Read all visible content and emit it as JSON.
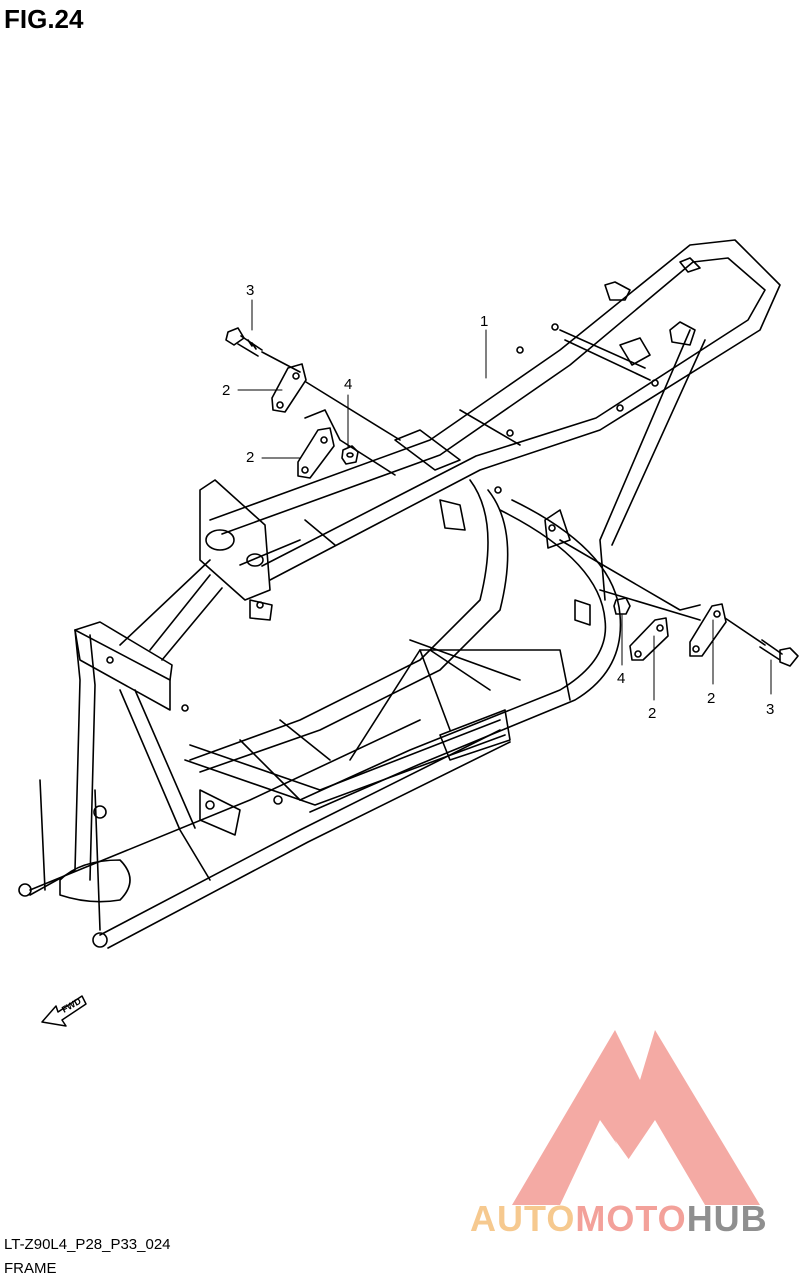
{
  "figure": {
    "title": "FIG.24",
    "code": "LT-Z90L4_P28_P33_024",
    "subtitle": "FRAME",
    "fwd_label": "FWD"
  },
  "callouts": {
    "part_1": "1",
    "part_2a": "2",
    "part_2b": "2",
    "part_2c": "2",
    "part_2d": "2",
    "part_3a": "3",
    "part_3b": "3",
    "part_4a": "4",
    "part_4b": "4"
  },
  "watermark": {
    "part1": "AUTO",
    "part2": "MOTO",
    "part3": "HUB"
  },
  "colors": {
    "line": "#000000",
    "logo_red": "#f3a19a",
    "logo_orange": "#f6c98f",
    "logo_gray": "#8f8f8f"
  }
}
